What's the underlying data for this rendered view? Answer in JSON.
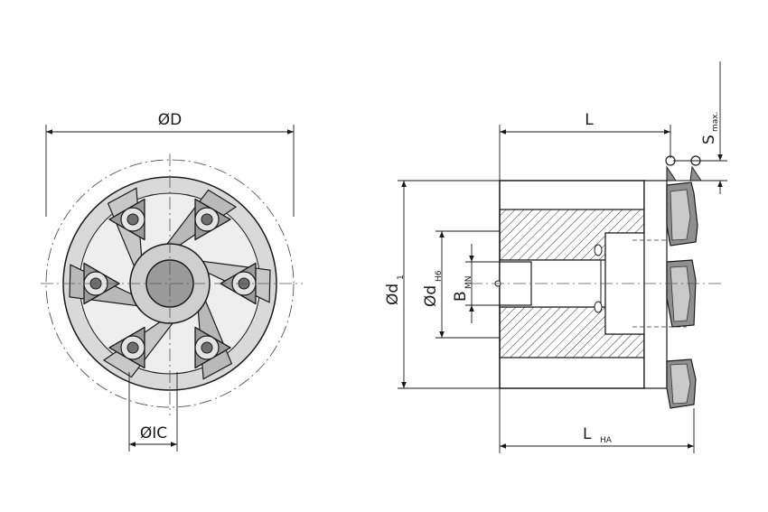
{
  "labels": {
    "front_diameter": "ØD",
    "insert_ic": "ØIC",
    "length": "L",
    "stroke": "S",
    "stroke_sub": "max.",
    "d1": "Ød",
    "d1_sub": "1",
    "dh6": "Ød",
    "dh6_sub": "H6",
    "b": "B",
    "b_sub": "MN",
    "lha": "L",
    "lha_sub": "HA"
  },
  "colors": {
    "line": "#1a1a1a",
    "center": "#555555",
    "body_gray": "#b4b4b4",
    "dark_gray": "#7a7a7a",
    "light_gray": "#e6e6e6"
  }
}
